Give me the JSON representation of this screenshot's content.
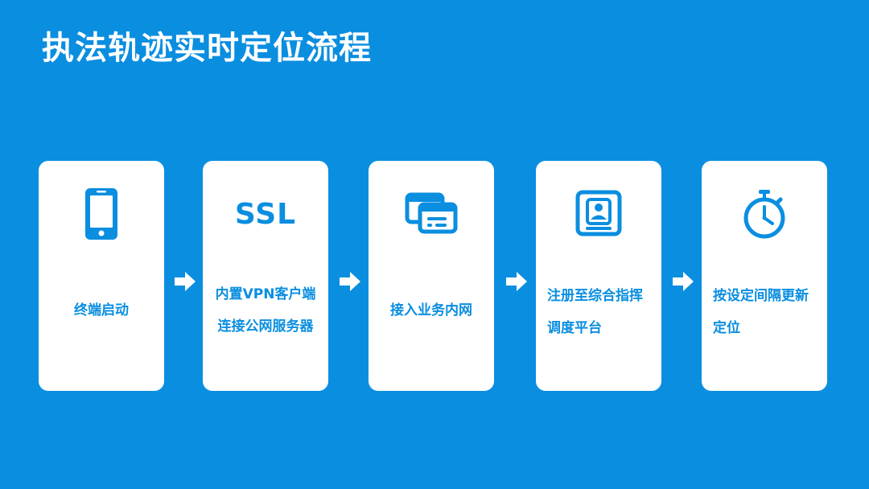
{
  "title": "执法轨迹实时定位流程",
  "colors": {
    "background": "#0a8ee0",
    "card": "#ffffff",
    "accent": "#0a8ee0"
  },
  "steps": [
    {
      "icon": "smartphone-icon",
      "lines": [
        "终端启动"
      ]
    },
    {
      "icon": "ssl-icon",
      "icon_text": "SSL",
      "lines": [
        "内置VPN客户端",
        "连接公网服务器"
      ]
    },
    {
      "icon": "network-windows-icon",
      "lines": [
        "接入业务内网"
      ]
    },
    {
      "icon": "user-profile-icon",
      "lines": [
        "注册至综合指挥",
        "调度平台"
      ]
    },
    {
      "icon": "stopwatch-icon",
      "lines": [
        "按设定间隔更新",
        "定位"
      ]
    }
  ]
}
